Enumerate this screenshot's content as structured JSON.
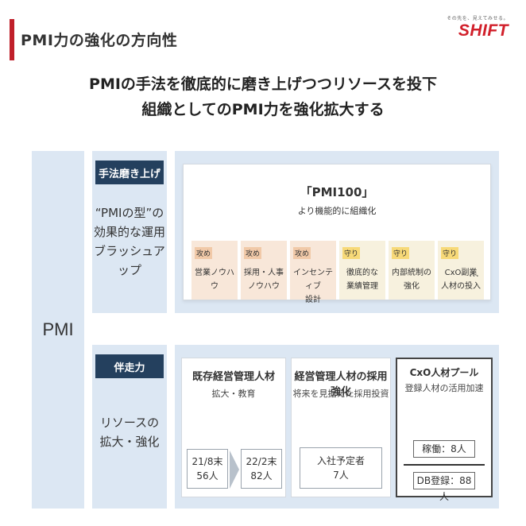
{
  "header": {
    "title": "PMI力の強化の方向性",
    "logo_tagline": "その先を、見えてみせる。",
    "logo_text": "SHIFT"
  },
  "headline": {
    "line1": "PMIの手法を徹底的に磨き上げつつリソースを投下",
    "line2": "組織としてのPMI力を強化拡大する"
  },
  "pmi_label": "PMI",
  "section1": {
    "label": "手法磨き上げ",
    "desc_lines": [
      "“PMIの型”の",
      "効果的な運用",
      "ブラッシュアップ"
    ],
    "pmi100_title": "「PMI100」",
    "pmi100_sub": "より機能的に組織化",
    "cards": [
      {
        "tag": "攻め",
        "lines": [
          "営業ノウハウ"
        ],
        "kind": "seme"
      },
      {
        "tag": "攻め",
        "lines": [
          "採用・人事",
          "ノウハウ"
        ],
        "kind": "seme"
      },
      {
        "tag": "攻め",
        "lines": [
          "インセンティブ",
          "設計"
        ],
        "kind": "seme"
      },
      {
        "tag": "守り",
        "lines": [
          "徹底的な",
          "業績管理"
        ],
        "kind": "mamori"
      },
      {
        "tag": "守り",
        "lines": [
          "内部統制の",
          "強化"
        ],
        "kind": "mamori"
      },
      {
        "tag": "守り",
        "lines": [
          "CxO副業",
          "人材の投入"
        ],
        "kind": "mamori"
      }
    ],
    "ellipsis": "…"
  },
  "section2": {
    "label": "伴走力",
    "desc_lines": [
      "リソースの",
      "拡大・強化"
    ],
    "existing": {
      "title": "既存経営管理人材",
      "sub": "拡大・教育",
      "before": [
        "21/8末",
        "56人"
      ],
      "after": [
        "22/2末",
        "82人"
      ]
    },
    "recruit": {
      "title": "経営管理人材の採用強化",
      "sub": "将来を見据えた採用投資",
      "box": [
        "入社予定者",
        "7人"
      ]
    },
    "cxo": {
      "title": "CxO人材プール",
      "sub": "登録人材の活用加速",
      "active": "稼働：8人",
      "registered": "DB登録：88人"
    }
  }
}
